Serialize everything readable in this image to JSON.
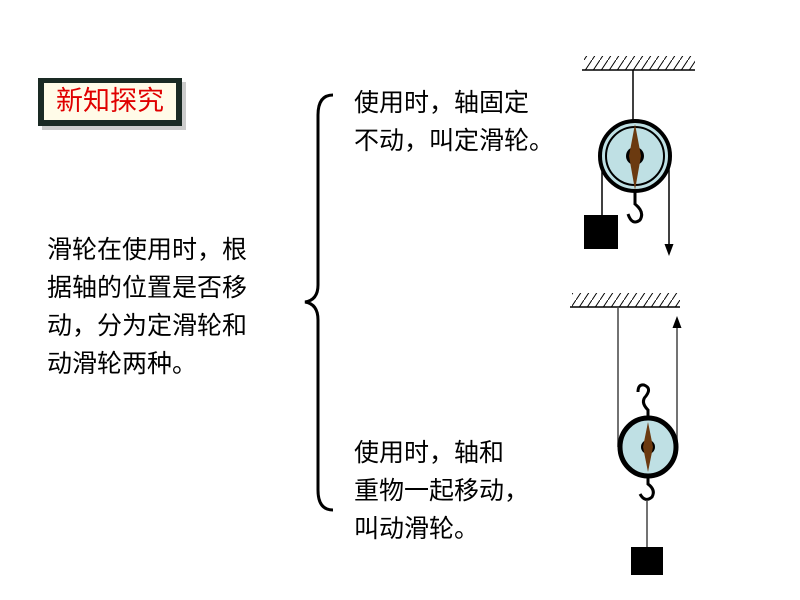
{
  "badge": "新知探究",
  "intro": [
    "滑轮在使用时，根",
    "据轴的位置是否移",
    "动，分为定滑轮和",
    "动滑轮两种。"
  ],
  "fixed_pulley": [
    "使用时，轴固定",
    "不动，叫定滑轮。"
  ],
  "movable_pulley": [
    "使用时，轴和",
    "重物一起移动，",
    "叫动滑轮。"
  ],
  "colors": {
    "badge_text": "#e00000",
    "wheel": "#bfe0e4",
    "axle": "#6b3a10"
  }
}
